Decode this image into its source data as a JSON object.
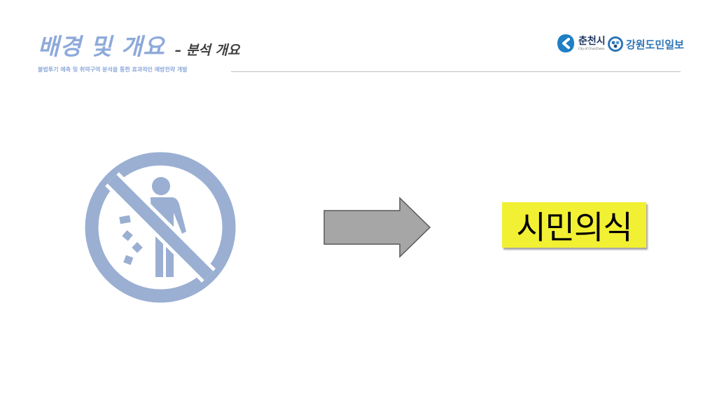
{
  "header": {
    "title": "배경 및 개요",
    "title_suffix": "– 분석 개요",
    "subtitle": "불법투기 예측 및 취약구역 분석을 통한 효과적인 예방전략 개발"
  },
  "logos": {
    "city_name": "춘천시",
    "city_name_en": "City of ChunCheon",
    "newspaper_name": "강원도민일보"
  },
  "main": {
    "label": "시민의식"
  },
  "icons": {
    "sign": "no-littering-icon",
    "arrow": "right-arrow-icon"
  },
  "colors": {
    "title": "#8eaadb",
    "sign": "#9aafd2",
    "arrow": "#a6a6a6",
    "highlight": "#f2f032"
  }
}
